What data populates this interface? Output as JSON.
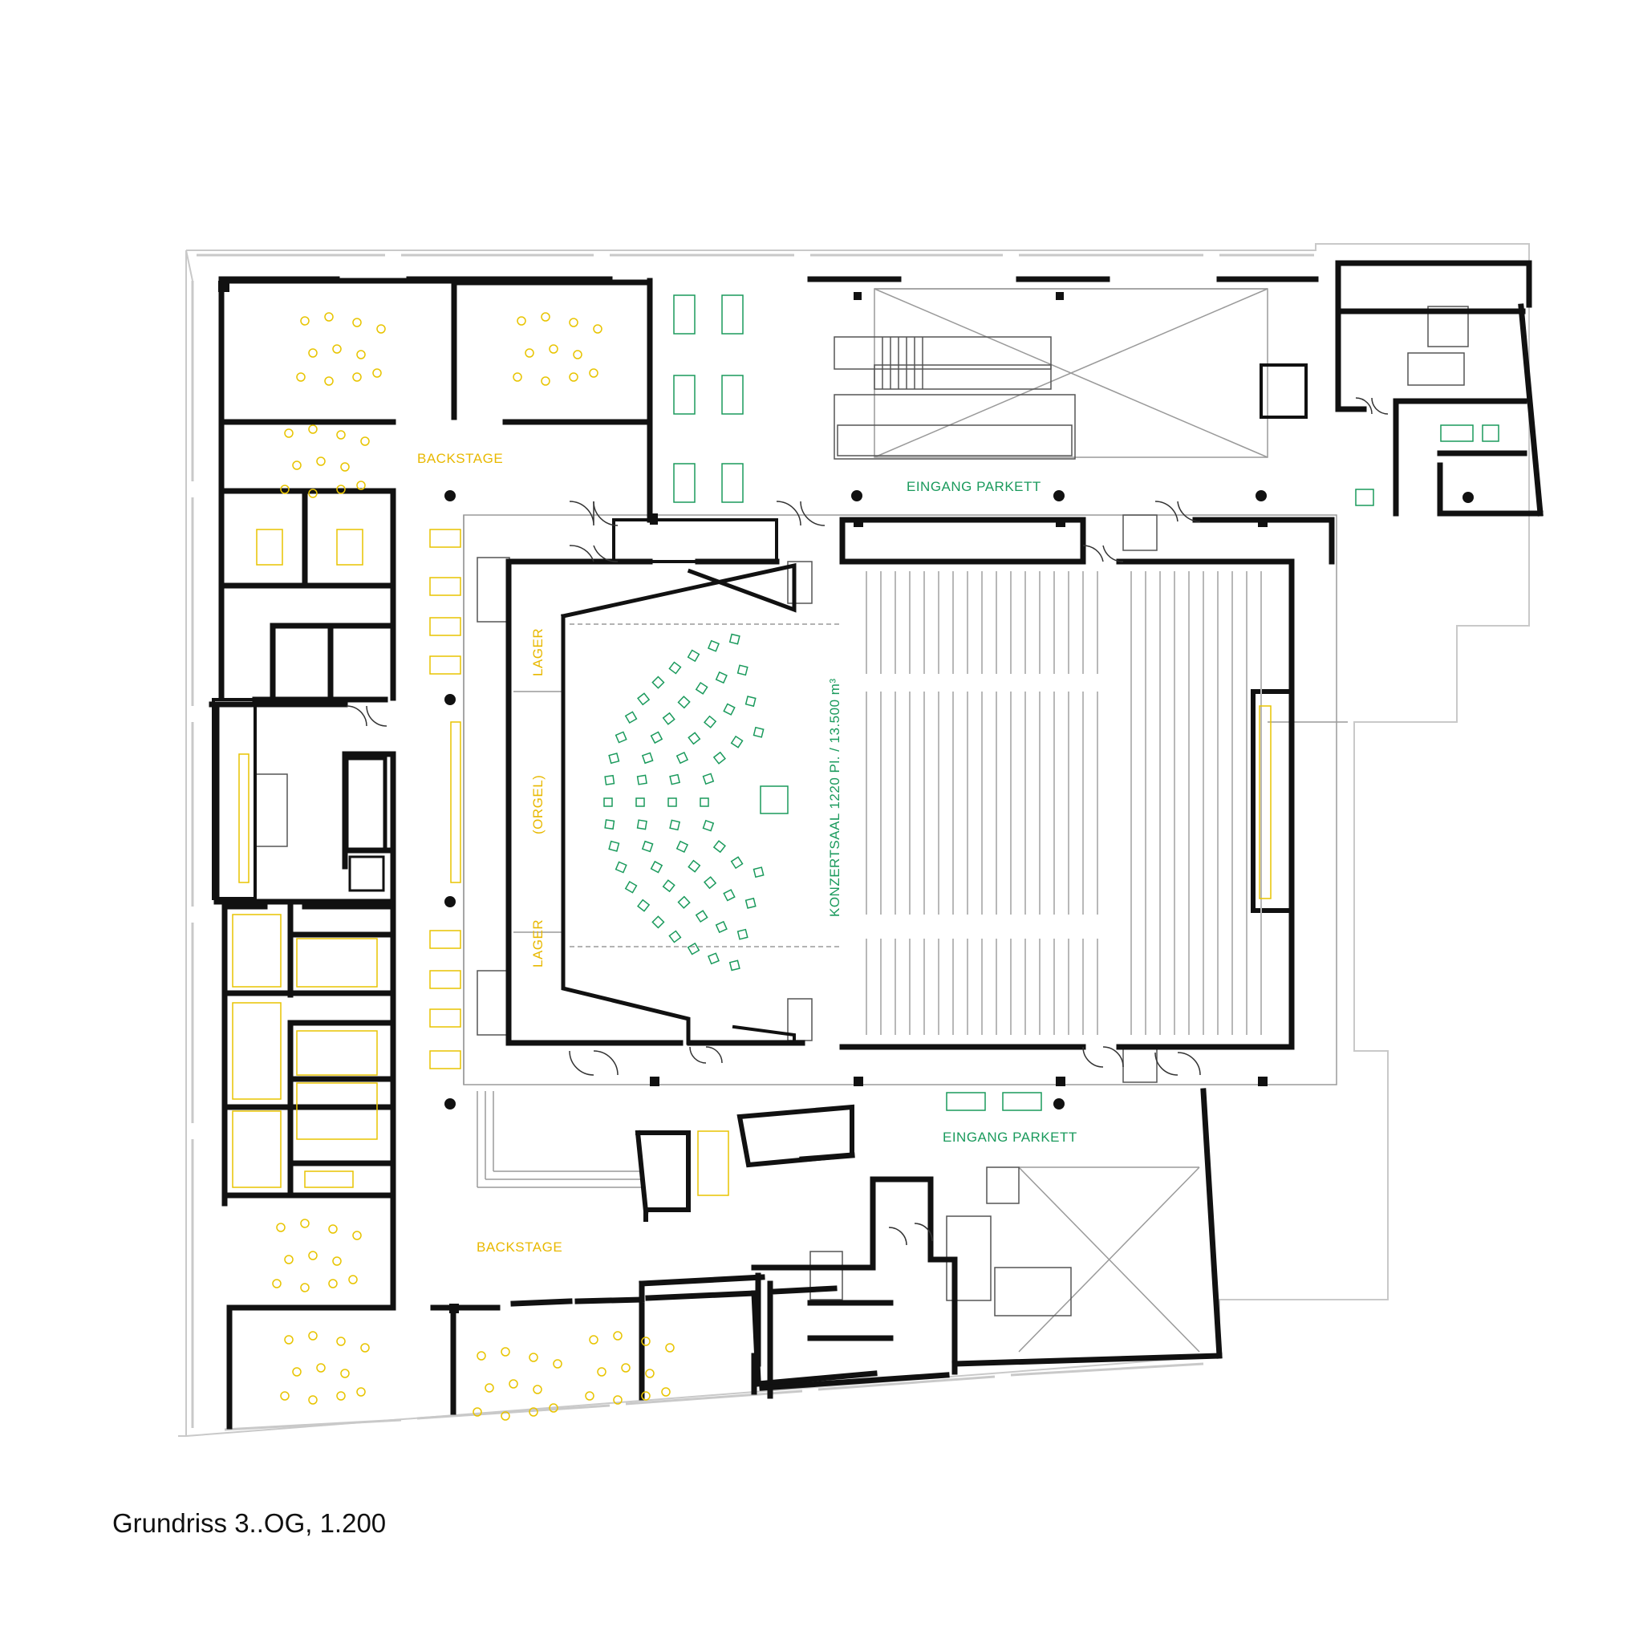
{
  "caption": "Grundriss 3..OG, 1.200",
  "colors": {
    "wall": "#111111",
    "context": "#c9c9c9",
    "thin_line": "#9a9a9a",
    "furniture_yellow": "#e8c400",
    "furniture_green": "#1a9a5c",
    "seat_rows": "#b8b8b8"
  },
  "labels": {
    "backstage_top": "BACKSTAGE",
    "backstage_bottom": "BACKSTAGE",
    "eingang_top": "EINGANG PARKETT",
    "eingang_bottom": "EINGANG PARKETT",
    "lager_top": "LAGER",
    "orgel": "(ORGEL)",
    "lager_bottom": "LAGER",
    "konzertsaal": "KONZERTSAAL 1220 Pl. / 13.500 m³"
  }
}
